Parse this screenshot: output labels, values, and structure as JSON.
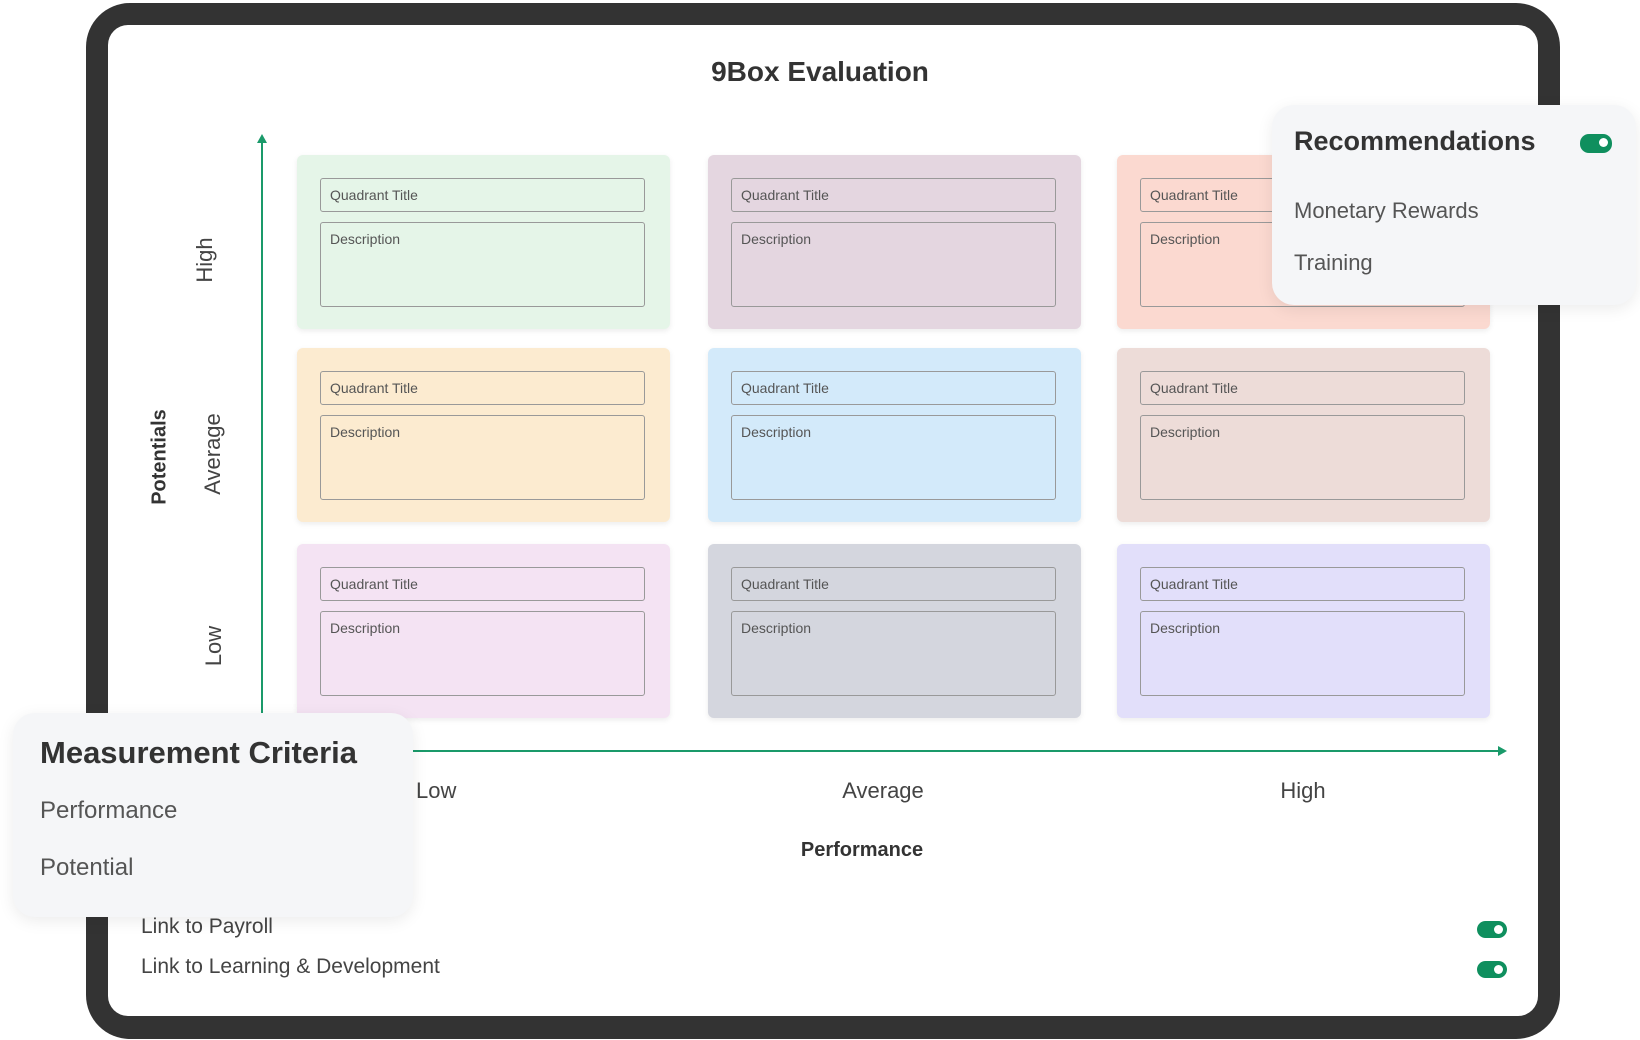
{
  "title": "9Box Evaluation",
  "y_axis": {
    "label": "Potentials",
    "levels": [
      "High",
      "Average",
      "Low"
    ]
  },
  "x_axis": {
    "label": "Performance",
    "levels": [
      "Low",
      "Average",
      "High"
    ]
  },
  "quadrants": [
    {
      "title_placeholder": "Quadrant Title",
      "description_placeholder": "Description",
      "color": "#e5f5e8"
    },
    {
      "title_placeholder": "Quadrant Title",
      "description_placeholder": "Description",
      "color": "#e4d6e0"
    },
    {
      "title_placeholder": "Quadrant Title",
      "description_placeholder": "Description",
      "color": "#fbd9d0"
    },
    {
      "title_placeholder": "Quadrant Title",
      "description_placeholder": "Description",
      "color": "#fcebd0"
    },
    {
      "title_placeholder": "Quadrant Title",
      "description_placeholder": "Description",
      "color": "#d3eafa"
    },
    {
      "title_placeholder": "Quadrant Title",
      "description_placeholder": "Description",
      "color": "#eddcd8"
    },
    {
      "title_placeholder": "Quadrant Title",
      "description_placeholder": "Description",
      "color": "#f4e3f3"
    },
    {
      "title_placeholder": "Quadrant Title",
      "description_placeholder": "Description",
      "color": "#d4d6de"
    },
    {
      "title_placeholder": "Quadrant Title",
      "description_placeholder": "Description",
      "color": "#e2dffa"
    }
  ],
  "recommendations": {
    "title": "Recommendations",
    "enabled": true,
    "items": [
      "Monetary Rewards",
      "Training"
    ]
  },
  "measurement": {
    "title": "Measurement Criteria",
    "items": [
      "Performance",
      "Potential"
    ]
  },
  "links": [
    {
      "label": "Link to Payroll",
      "enabled": true
    },
    {
      "label": "Link to Learning & Development",
      "enabled": true
    }
  ],
  "accent_color": "#1a9a6a"
}
